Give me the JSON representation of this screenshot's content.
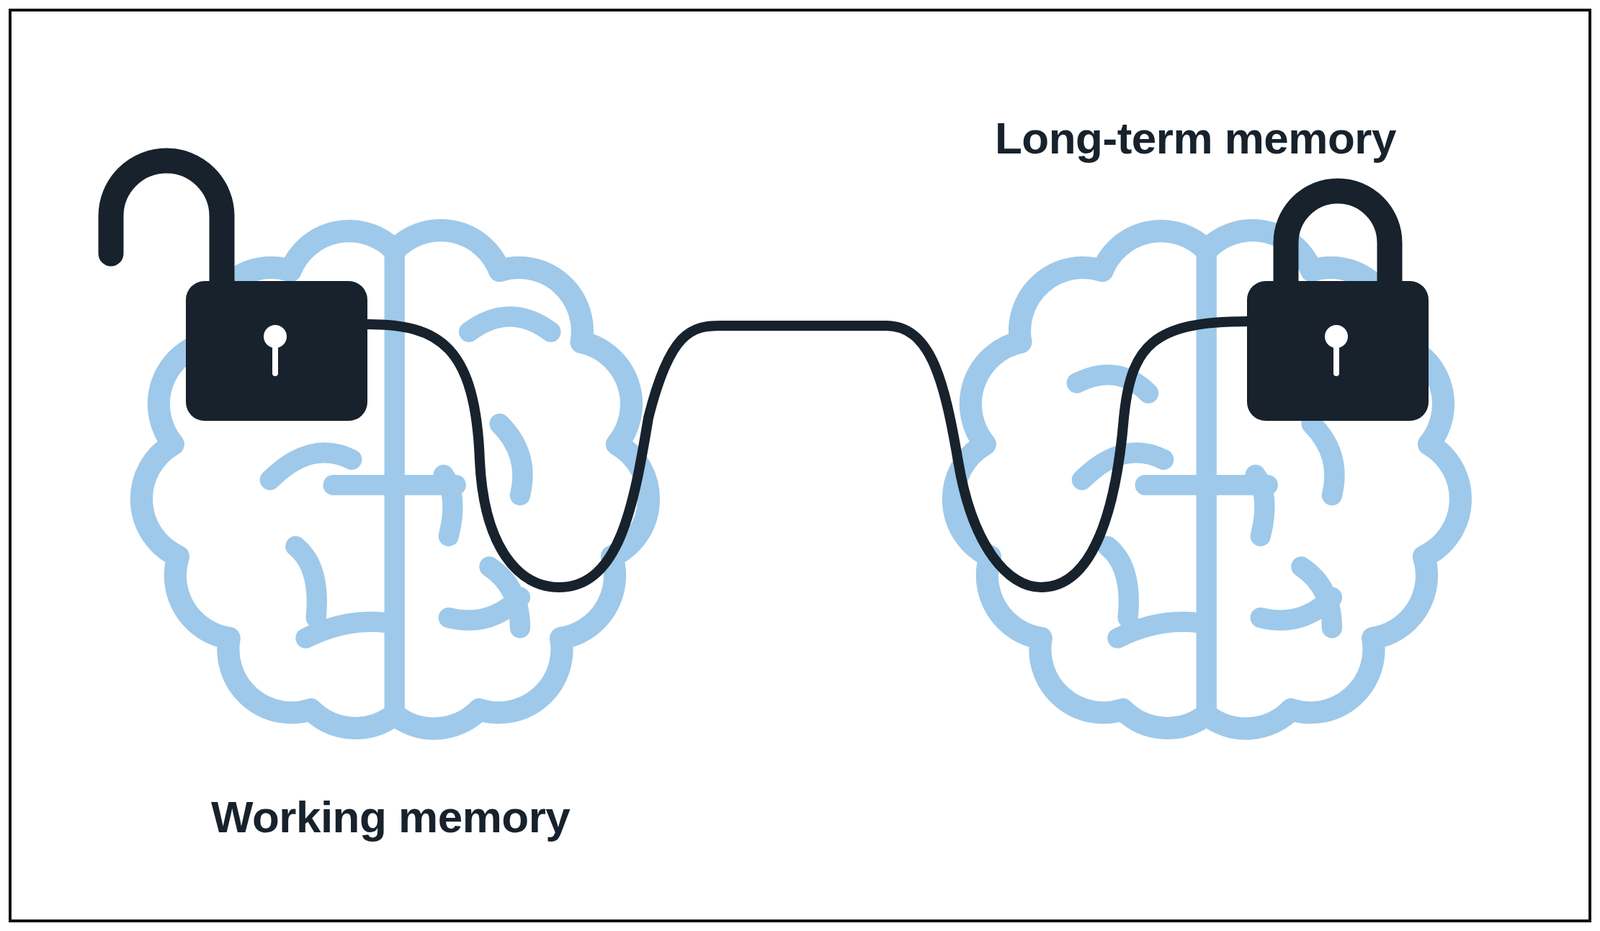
{
  "diagram": {
    "nodes": [
      {
        "text": [
          "Working memory"
        ]
      },
      {
        "text": [
          "Long-term memory"
        ]
      }
    ],
    "edges": [
      {
        "from": 0,
        "to": 1,
        "arrow": "none"
      }
    ]
  }
}
